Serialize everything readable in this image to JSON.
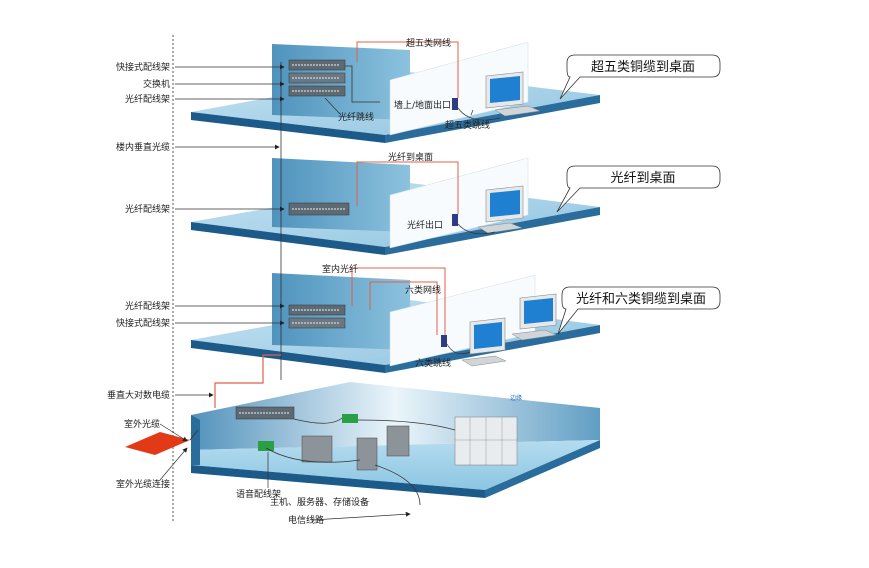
{
  "left_labels": {
    "quick_patch_panel_1": "快接式配线架",
    "switch": "交换机",
    "fiber_patch_panel_1": "光纤配线架",
    "vertical_fiber": "楼内垂直光缆",
    "fiber_patch_panel_2": "光纤配线架",
    "fiber_patch_panel_3": "光纤配线架",
    "quick_patch_panel_2": "快接式配线架",
    "vertical_large_cable": "垂直大对数电缆",
    "outdoor_fiber": "室外光缆",
    "outdoor_fiber_connect": "室外光缆连接"
  },
  "floor1": {
    "top_cable": "超五类网线",
    "fiber_jumper": "光纤跳线",
    "outlet": "墙上/地面出口",
    "cat5_jumper": "超五类跳线",
    "callout": "超五类铜缆到桌面"
  },
  "floor2": {
    "top_cable": "光纤到桌面",
    "outlet": "光纤出口",
    "callout": "光纤到桌面"
  },
  "floor3": {
    "indoor_fiber": "室内光纤",
    "cat6_cable": "六类网线",
    "cat6_jumper": "六类跳线",
    "callout": "光纤和六类铜缆到桌面"
  },
  "basement": {
    "voice_panel": "语音配线架",
    "equipment": "主机、服务器、存储设备",
    "telecom_line": "电信线路",
    "small_label": "边缘"
  },
  "colors": {
    "floor_top": "#a9d3ea",
    "floor_front": "#1c5a8a",
    "wall": "#5c9ec4",
    "cable_red": "#e0604a",
    "outdoor_pad": "#e23a16"
  }
}
